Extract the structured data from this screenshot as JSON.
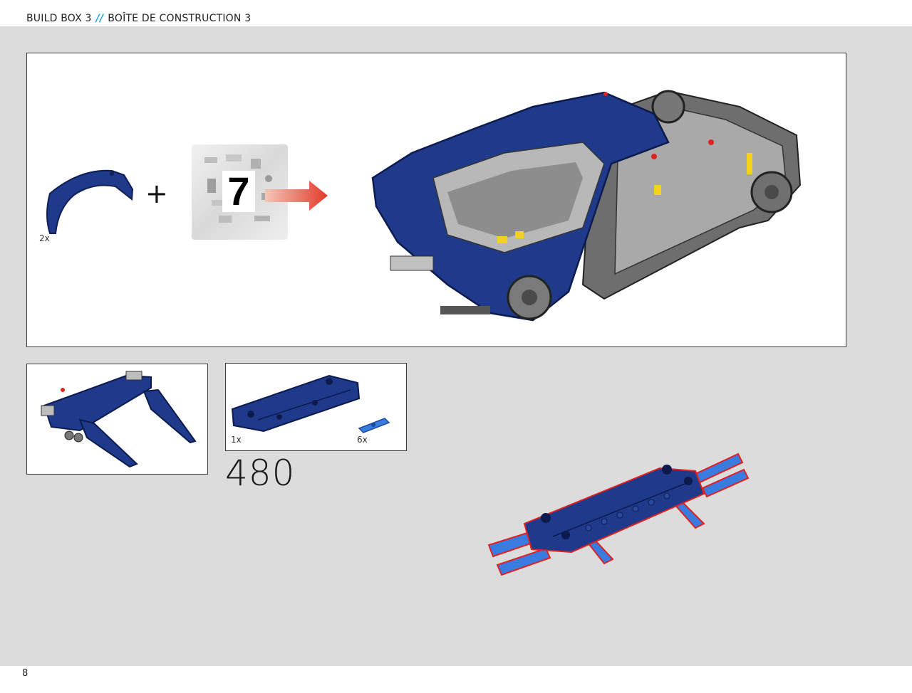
{
  "header": {
    "title_en": "BUILD BOX 3",
    "separator": "//",
    "title_fr": "BOÎTE DE CONSTRUCTION 3"
  },
  "intro": {
    "part_quantity": "2x",
    "plus": "+",
    "bag_number": "7"
  },
  "parts_list": {
    "items": [
      {
        "quantity": "1x",
        "color": "#1f3a8a"
      },
      {
        "quantity": "6x",
        "color": "#3a7be0"
      }
    ]
  },
  "step": {
    "number": "480"
  },
  "page": {
    "number": "8"
  },
  "colors": {
    "dark_blue": "#1f3a8a",
    "medium_blue": "#3a7be0",
    "arrow_red": "#e23a2a",
    "highlight_red": "#e02020",
    "separator_cyan": "#1aa3dc"
  }
}
